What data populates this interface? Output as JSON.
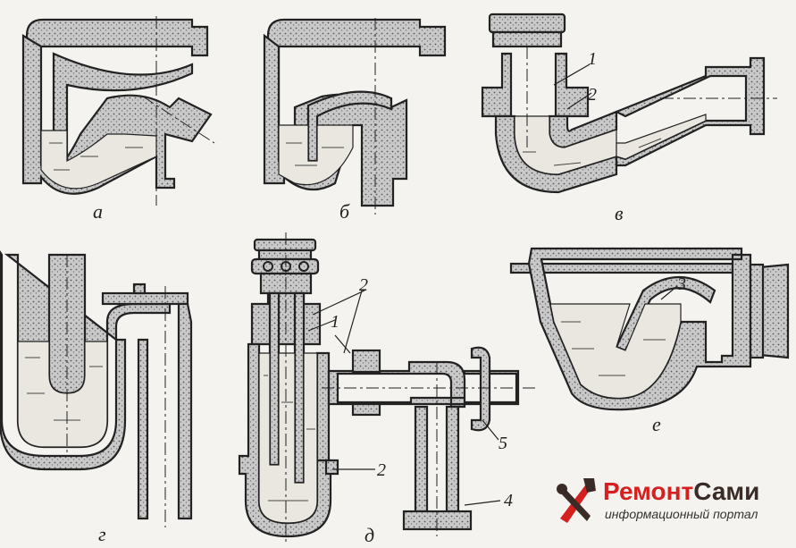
{
  "labels": {
    "a": "а",
    "b": "б",
    "v": "в",
    "g": "г",
    "d": "д",
    "e": "е"
  },
  "callouts": {
    "v_1": "1",
    "v_2": "2",
    "d_1": "1",
    "d_2_top": "2",
    "d_2_bottom": "2",
    "d_4": "4",
    "d_5": "5",
    "e_3": "3"
  },
  "watermark": {
    "brand_part1": "Ремонт",
    "brand_part2": "Сами",
    "subtitle": "информационный портал"
  }
}
